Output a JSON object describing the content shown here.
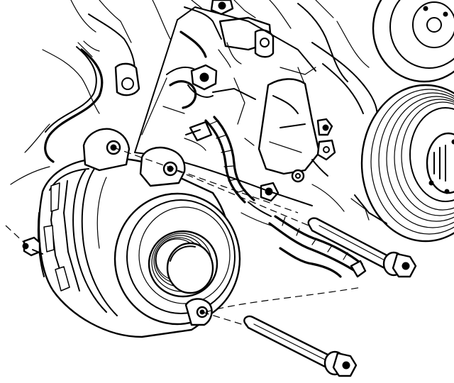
{
  "diagram": {
    "parts": [
      "engine-block",
      "alternator",
      "alternator-pulley",
      "mounting-bracket",
      "wiring-harness",
      "crankshaft-pulley",
      "mounting-bolt-upper",
      "mounting-bolt-lower"
    ],
    "colors": {
      "line": "#000000",
      "background": "#ffffff"
    }
  }
}
